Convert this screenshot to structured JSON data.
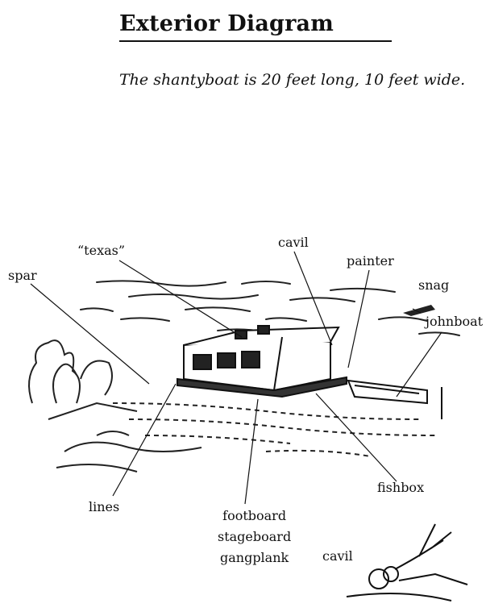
{
  "heading": "Exterior Diagram",
  "subtitle": "The shantyboat is 20 feet long, 10 feet wide.",
  "labels": {
    "texas": "“texas”",
    "cavil_top": "cavil",
    "painter": "painter",
    "spar": "spar",
    "snag": "snag",
    "johnboat": "johnboat",
    "fishbox": "fishbox",
    "lines": "lines",
    "footboard": "footboard",
    "stageboard": "stageboard",
    "gangplank": "gangplank",
    "cavil_inset": "cavil"
  }
}
